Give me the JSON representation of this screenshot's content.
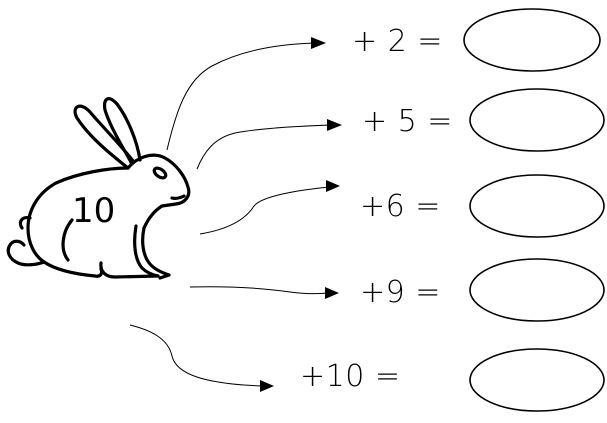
{
  "rabbit": {
    "icon": "rabbit-icon",
    "number": "10"
  },
  "equations": [
    {
      "expression": "+ 2 ="
    },
    {
      "expression": "+ 5 ="
    },
    {
      "expression": "+6 ="
    },
    {
      "expression": "+9 ="
    },
    {
      "expression": "+10  ="
    }
  ],
  "colors": {
    "ink": "#000000",
    "background": "#ffffff"
  }
}
